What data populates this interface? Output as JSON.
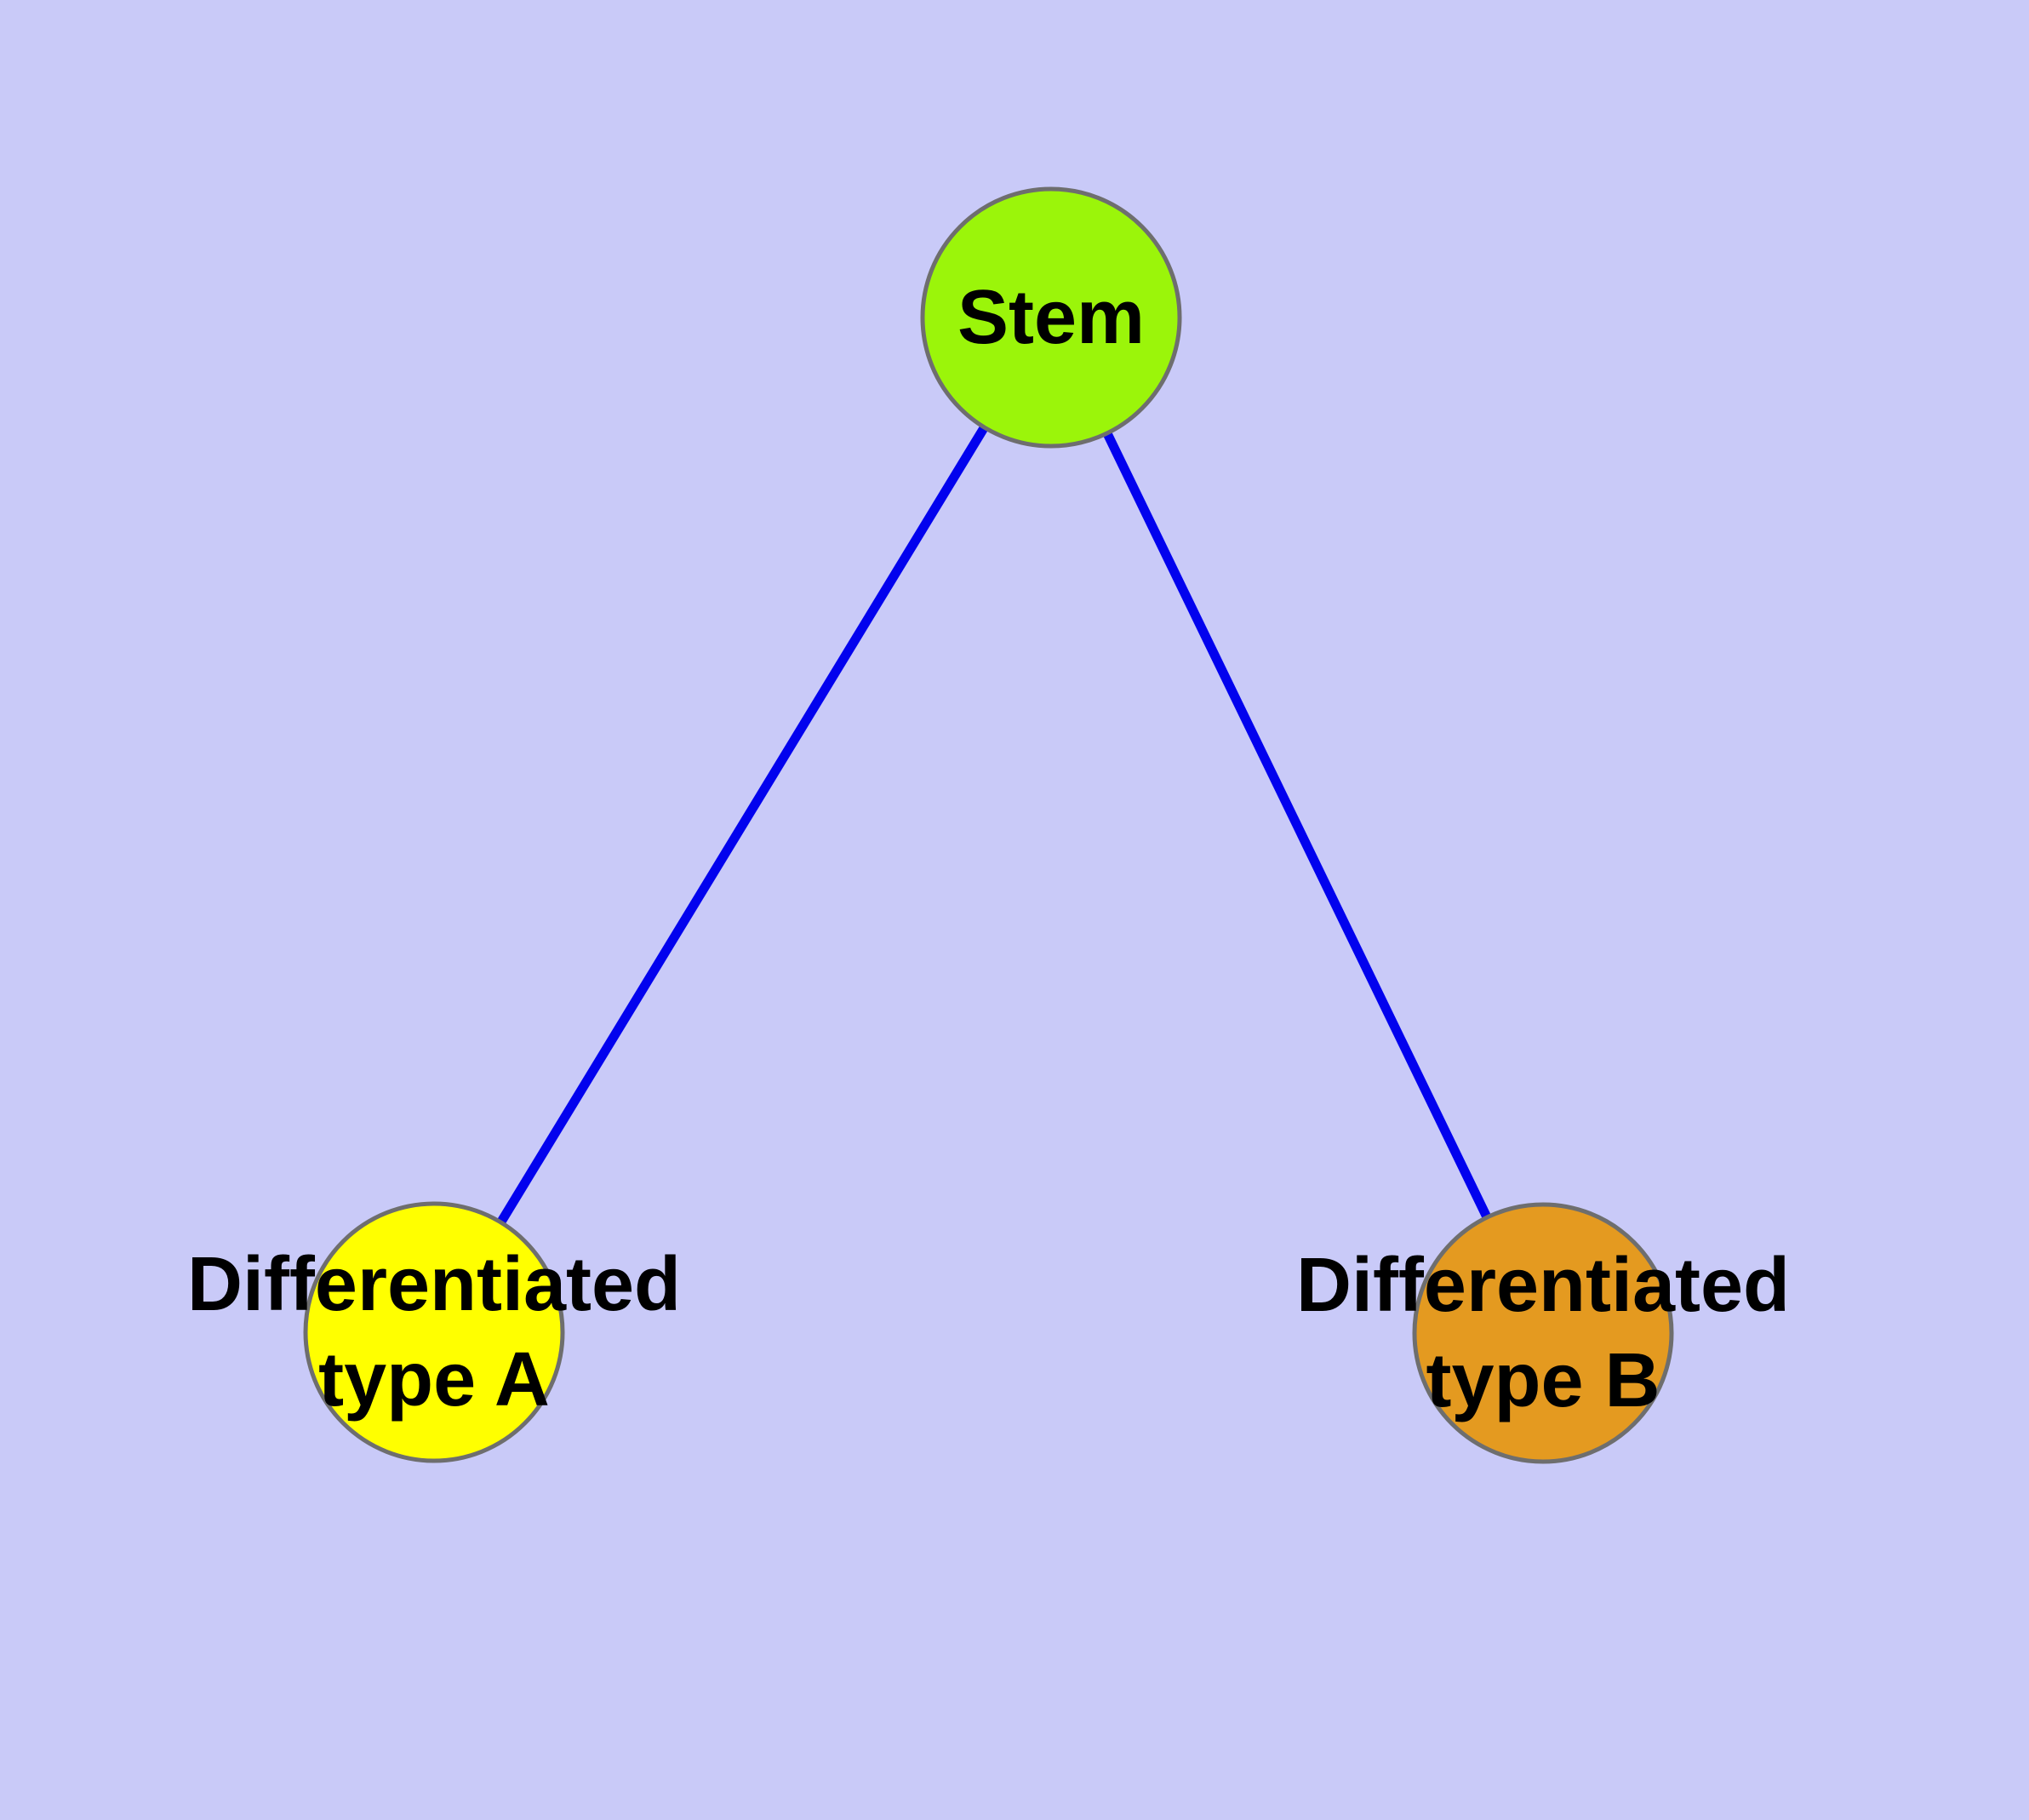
{
  "diagram": {
    "background_color": "#C9CAF8",
    "node_border_color": "#6E6E6E",
    "edge_color": "#0202EE",
    "label_color": "#000000",
    "nodes": [
      {
        "id": "stem",
        "lines": [
          "Stem"
        ],
        "label": "Stem",
        "fill": "#9BF50A"
      },
      {
        "id": "differentiated-type-a",
        "lines": [
          "Differentiated",
          "type A"
        ],
        "label": "Differentiated type A",
        "fill": "#FFFF00"
      },
      {
        "id": "differentiated-type-b",
        "lines": [
          "Differentiated",
          "type B"
        ],
        "label": "Differentiated type B",
        "fill": "#E49A20"
      }
    ],
    "edges": [
      {
        "from": "stem",
        "to": "differentiated-type-a"
      },
      {
        "from": "stem",
        "to": "differentiated-type-b"
      }
    ]
  }
}
